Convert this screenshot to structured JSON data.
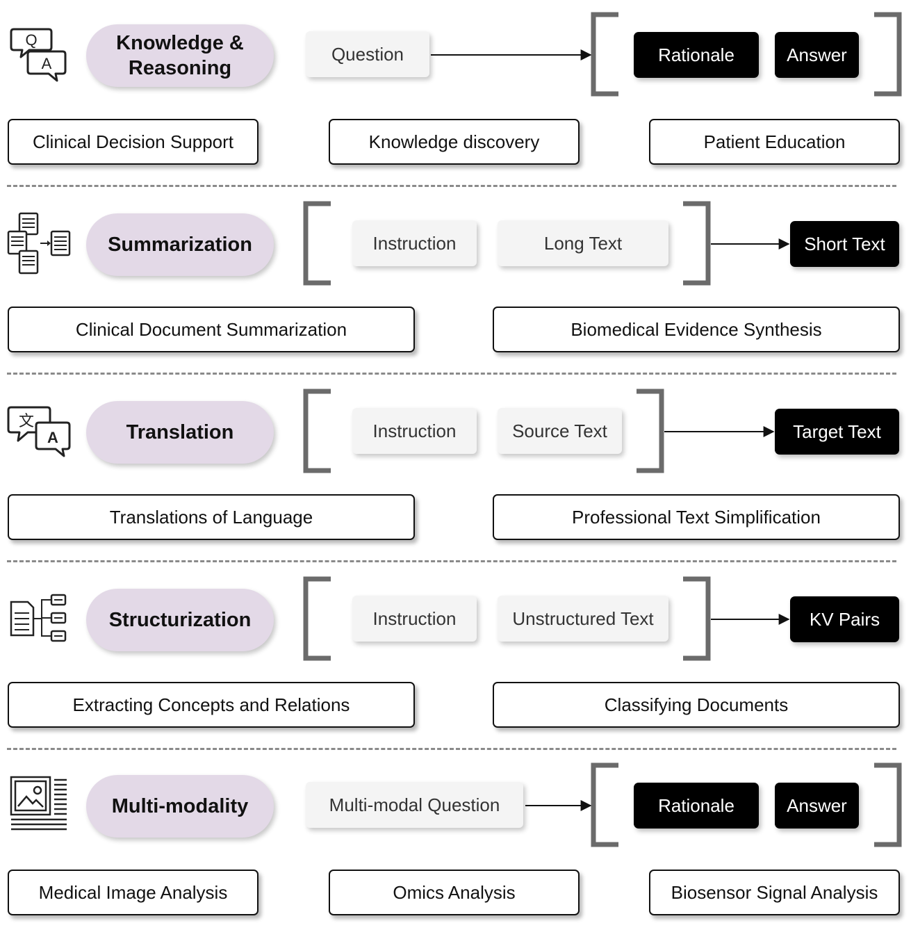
{
  "rows": [
    {
      "category": "Knowledge & Reasoning",
      "icon": "qa-chat-icon",
      "inputs": [
        "Question"
      ],
      "outputs": [
        "Rationale",
        "Answer"
      ],
      "applications": [
        "Clinical Decision Support",
        "Knowledge discovery",
        "Patient Education"
      ]
    },
    {
      "category": "Summarization",
      "icon": "documents-merge-icon",
      "inputs": [
        "Instruction",
        "Long Text"
      ],
      "outputs": [
        "Short Text"
      ],
      "applications": [
        "Clinical Document Summarization",
        "Biomedical Evidence Synthesis"
      ]
    },
    {
      "category": "Translation",
      "icon": "language-translate-icon",
      "inputs": [
        "Instruction",
        "Source Text"
      ],
      "outputs": [
        "Target Text"
      ],
      "applications": [
        "Translations of Language",
        "Professional Text Simplification"
      ]
    },
    {
      "category": "Structurization",
      "icon": "document-tree-icon",
      "inputs": [
        "Instruction",
        "Unstructured Text"
      ],
      "outputs": [
        "KV Pairs"
      ],
      "applications": [
        "Extracting Concepts and Relations",
        "Classifying Documents"
      ]
    },
    {
      "category": "Multi-modality",
      "icon": "image-document-icon",
      "inputs": [
        "Multi-modal Question"
      ],
      "outputs": [
        "Rationale",
        "Answer"
      ],
      "applications": [
        "Medical Image Analysis",
        "Omics Analysis",
        "Biosensor Signal Analysis"
      ]
    }
  ],
  "colors": {
    "pill": "#e3d9e7",
    "input_box": "#f4f4f4",
    "output_box": "#000000",
    "bracket": "#6b6b6b",
    "divider": "#8a8a8a"
  }
}
